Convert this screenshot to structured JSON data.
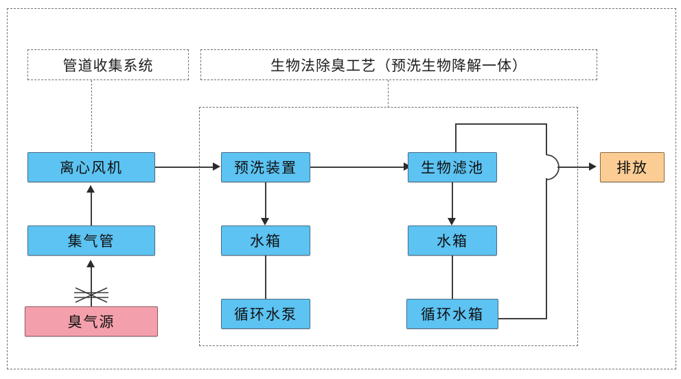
{
  "diagram": {
    "title": "",
    "groups": [
      {
        "id": "pipe-collection",
        "label": "管道收集系统"
      },
      {
        "id": "bio-deodorization",
        "label": "生物法除臭工艺（预洗生物降解一体）"
      }
    ],
    "nodes": [
      {
        "id": "centrifugal-fan",
        "label": "离心风机",
        "color": "#5cc3f2"
      },
      {
        "id": "gas-collection-pipe",
        "label": "集气管",
        "color": "#5cc3f2"
      },
      {
        "id": "odor-source",
        "label": "臭气源",
        "color": "#f4a0ac"
      },
      {
        "id": "prewash-device",
        "label": "预洗装置",
        "color": "#5cc3f2"
      },
      {
        "id": "water-tank-left",
        "label": "水箱",
        "color": "#5cc3f2"
      },
      {
        "id": "circulating-water-pump",
        "label": "循环水泵",
        "color": "#5cc3f2"
      },
      {
        "id": "biofilter",
        "label": "生物滤池",
        "color": "#5cc3f2"
      },
      {
        "id": "water-tank-right",
        "label": "水箱",
        "color": "#5cc3f2"
      },
      {
        "id": "circulating-water-tank",
        "label": "循环水箱",
        "color": "#5cc3f2"
      },
      {
        "id": "discharge",
        "label": "排放",
        "color": "#fbcd94"
      }
    ],
    "symbols": [
      {
        "id": "valve",
        "name": "valve-symbol"
      },
      {
        "id": "merge",
        "name": "merge-junction-symbol"
      }
    ],
    "colors": {
      "blue_fill": "#5cc3f2",
      "pink_fill": "#f4a0ac",
      "orange_fill": "#fbcd94",
      "line": "#3b3b3b",
      "dashed_frame": "#6b6b6b"
    }
  }
}
